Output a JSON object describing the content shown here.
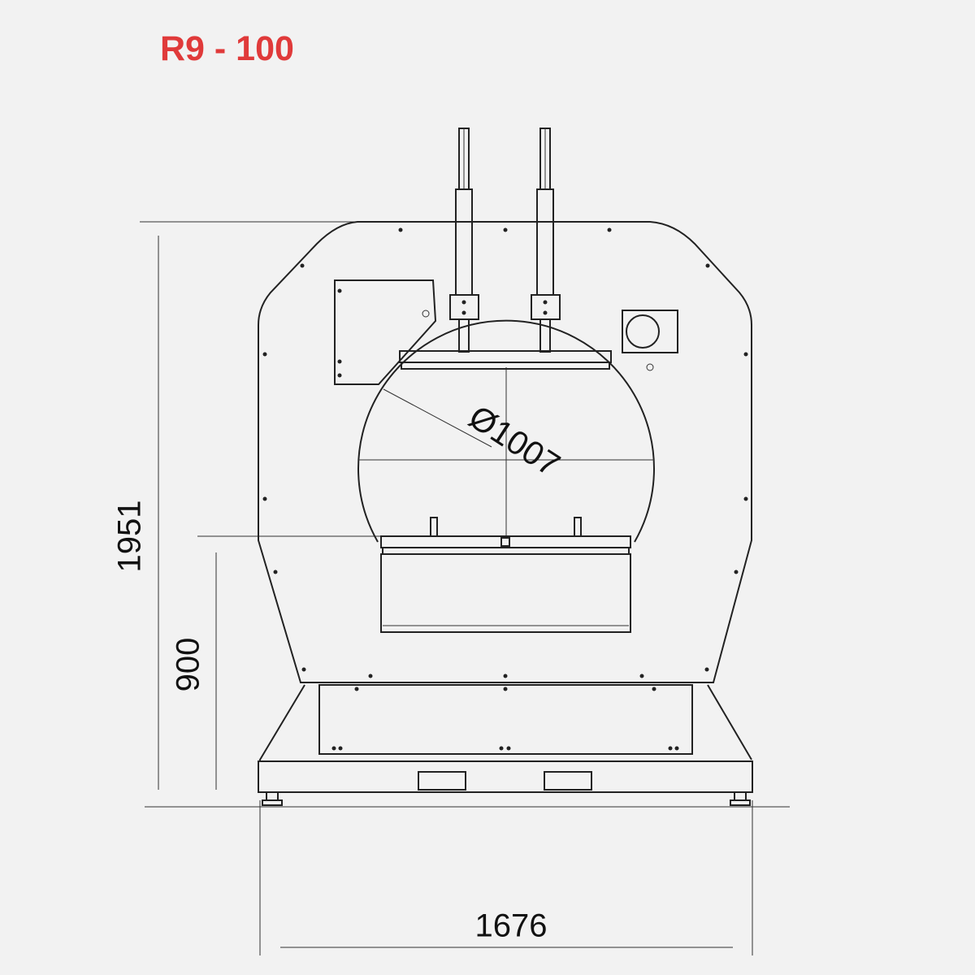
{
  "title": "R9 - 100",
  "dimensions": {
    "overall_height": "1951",
    "table_height": "900",
    "overall_width": "1676",
    "ring_diameter": "Ø1007"
  },
  "colors": {
    "title": "#e03a3a",
    "line": "#222222",
    "background": "#f2f2f2"
  }
}
